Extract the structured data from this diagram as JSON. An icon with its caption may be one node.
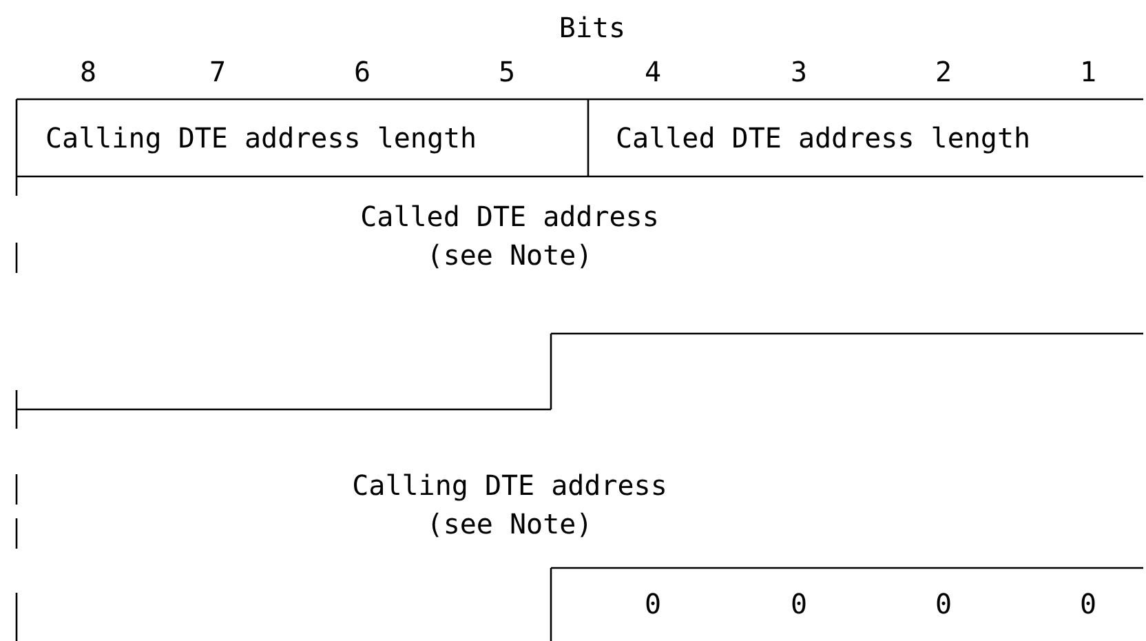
{
  "diagram": {
    "nodes": [
      {
        "text": [
          "Calling DTE address length"
        ]
      },
      {
        "text": [
          "Called DTE address length"
        ]
      },
      {
        "text": [
          "Called DTE address (see Note)"
        ]
      },
      {
        "text": [
          "Calling DTE address (see Note)"
        ]
      },
      {
        "text": [
          "0",
          "0",
          "0",
          "0"
        ]
      }
    ],
    "labels": [
      "Bits",
      "8",
      "7",
      "6",
      "5",
      "4",
      "3",
      "2",
      "1"
    ]
  }
}
